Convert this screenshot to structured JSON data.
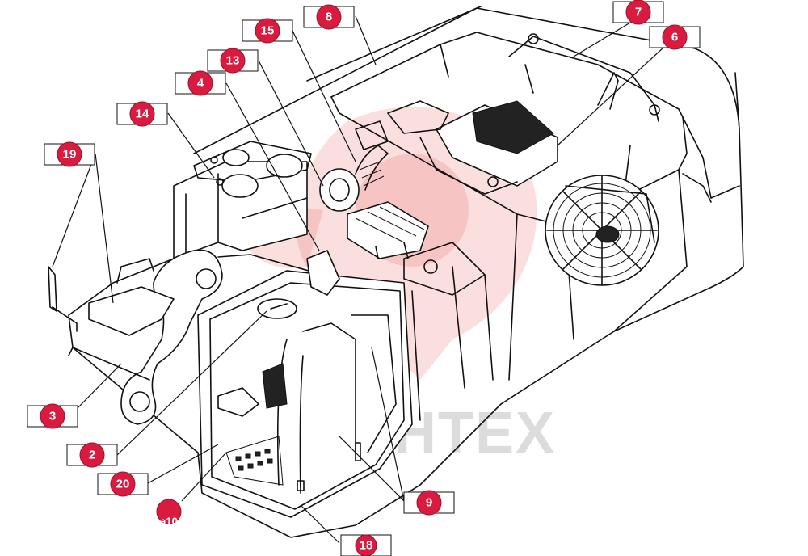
{
  "watermark": {
    "text": "LIEHTEX",
    "color": "#e53935"
  },
  "callouts": [
    {
      "id": "c8",
      "label": "8"
    },
    {
      "id": "c7",
      "label": "7"
    },
    {
      "id": "c6",
      "label": "6"
    },
    {
      "id": "c15",
      "label": "15"
    },
    {
      "id": "c13",
      "label": "13"
    },
    {
      "id": "c4",
      "label": "4"
    },
    {
      "id": "c14",
      "label": "14"
    },
    {
      "id": "c19",
      "label": "19"
    },
    {
      "id": "c3",
      "label": "3"
    },
    {
      "id": "c2",
      "label": "2"
    },
    {
      "id": "c20",
      "label": "20"
    },
    {
      "id": "c10",
      "label": "a10"
    },
    {
      "id": "c9",
      "label": "9"
    },
    {
      "id": "c18",
      "label": "18"
    }
  ],
  "colors": {
    "badge": "#d81b3f",
    "line": "#111111"
  }
}
